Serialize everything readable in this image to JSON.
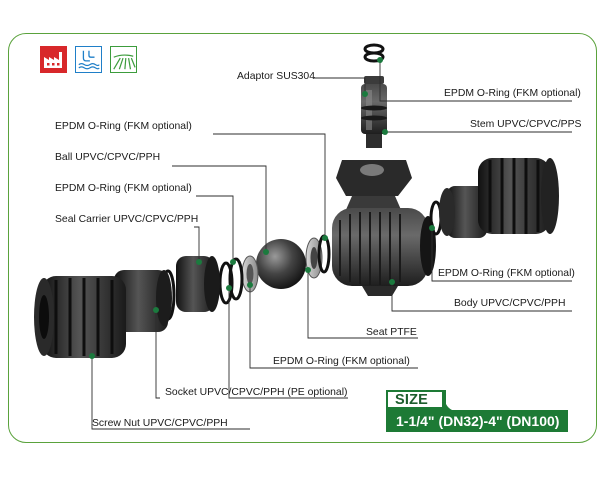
{
  "colors": {
    "frame": "#5aa23c",
    "leader": "#2e2e2e",
    "dot": "#1b7a3e",
    "part": "#2b2b2b",
    "size_panel": "#1d7a35",
    "factory_icon": "#d8282a",
    "water_icon": "#1f7fc8",
    "field_icon": "#3c9c3c"
  },
  "icons": [
    "factory-icon",
    "water-icon",
    "field-icon"
  ],
  "labels": {
    "adaptor": "Adaptor SUS304",
    "oring_top": "EPDM O-Ring (FKM optional)",
    "stem": "Stem UPVC/CPVC/PPS",
    "oring_ball": "EPDM O-Ring (FKM optional)",
    "ball": "Ball UPVC/CPVC/PPH",
    "oring_carrier": "EPDM O-Ring (FKM optional)",
    "carrier": "Seal Carrier UPVC/CPVC/PPH",
    "oring_right": "EPDM O-Ring (FKM optional)",
    "body": "Body UPVC/CPVC/PPH",
    "seat": "Seat PTFE",
    "oring_bottom": "EPDM O-Ring (FKM optional)",
    "socket": "Socket UPVC/CPVC/PPH (PE optional)",
    "nut": "Screw Nut UPVC/CPVC/PPH"
  },
  "size": {
    "title": "SIZE",
    "value": "1-1/4\" (DN32)-4\" (DN100)"
  }
}
